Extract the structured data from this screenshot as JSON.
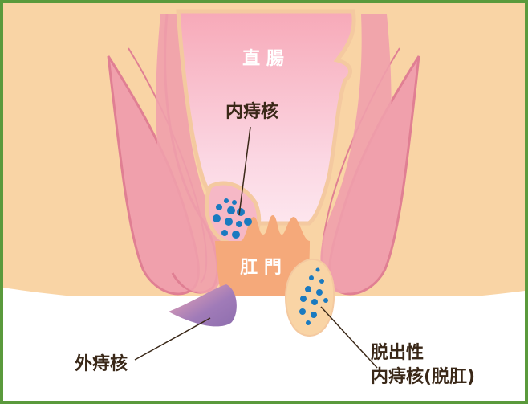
{
  "labels": {
    "rectum": "直 腸",
    "internal_hemorrhoid": "内痔核",
    "anus": "肛 門",
    "external_hemorrhoid": "外痔核",
    "prolapsed_line1": "脱出性",
    "prolapsed_line2": "内痔核(脱肛)"
  },
  "colors": {
    "frame": "#5a9a3c",
    "skin": "#f9d4a5",
    "muscle": "#f0a0ac",
    "muscle_dark": "#e07f93",
    "rectum": "#f6b3c0",
    "anal_canal": "#f5a97a",
    "hemorrhoid_dot": "#1a7ac0",
    "external_bulge": "#9a7ab6",
    "text_dark": "#3a2818",
    "text_light": "#ffffff"
  }
}
